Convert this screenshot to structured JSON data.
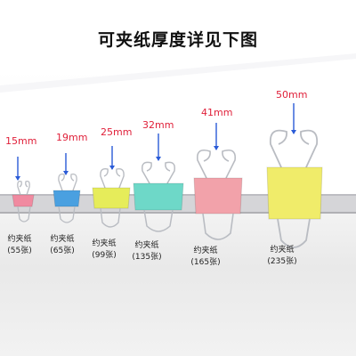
{
  "title": "可夹纸厚度详见下图",
  "label_color": "#e0203a",
  "clips": [
    {
      "size": "15mm",
      "color": "#f08aa0",
      "note": "约夹纸",
      "count": "(55张)"
    },
    {
      "size": "19mm",
      "color": "#4aa0e0",
      "note": "约夹纸",
      "count": "(65张)"
    },
    {
      "size": "25mm",
      "color": "#e6ec5a",
      "note": "约夹纸",
      "count": "(99张)"
    },
    {
      "size": "32mm",
      "color": "#6ed8c8",
      "note": "约夹纸",
      "count": "(135张)"
    },
    {
      "size": "41mm",
      "color": "#f2a2aa",
      "note": "约夹纸",
      "count": "(165张)"
    },
    {
      "size": "50mm",
      "color": "#f0ec6a",
      "note": "约夹纸",
      "count": "(235张)"
    }
  ]
}
